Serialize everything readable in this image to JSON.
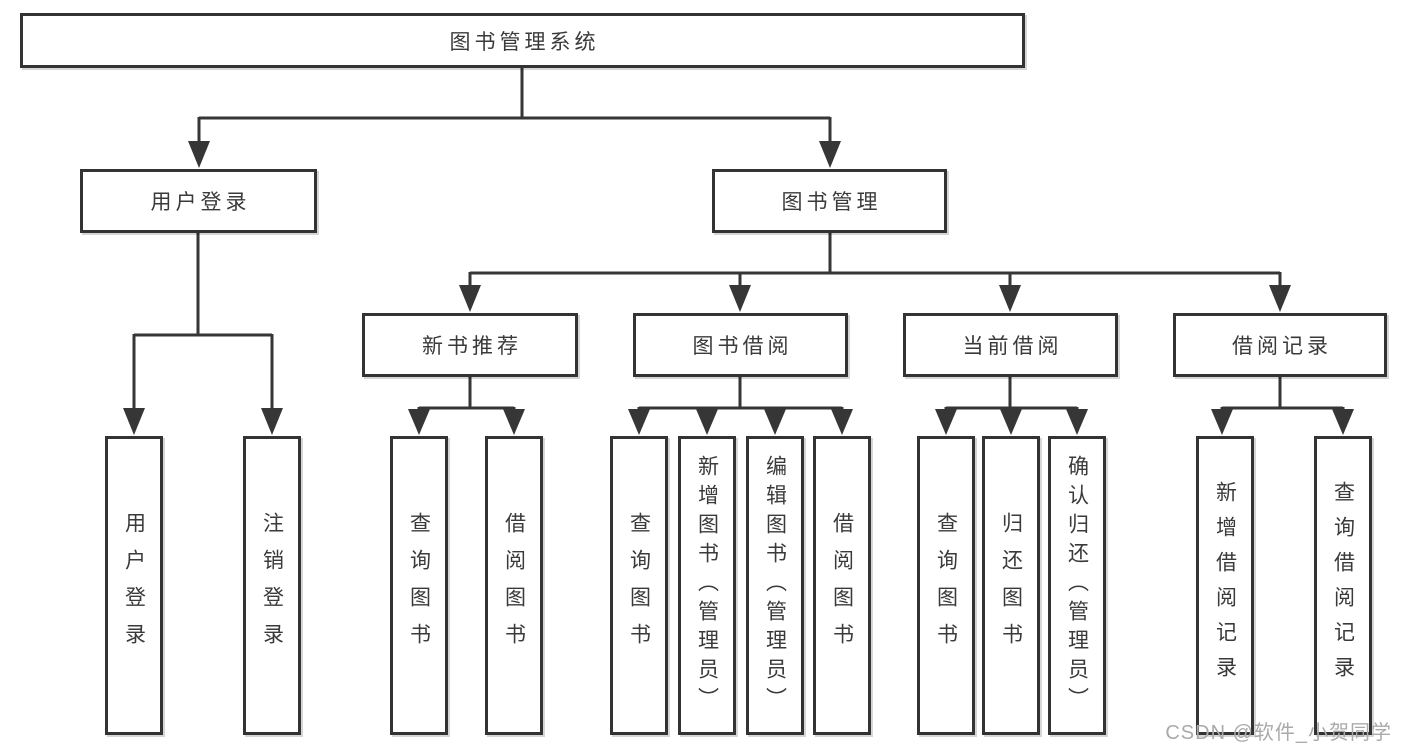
{
  "diagram": {
    "title": "图书管理系统",
    "branches": [
      {
        "label": "用户登录",
        "leaves": [
          "用户登录",
          "注销登录"
        ]
      },
      {
        "label": "图书管理",
        "groups": [
          {
            "label": "新书推荐",
            "leaves": [
              "查询图书",
              "借阅图书"
            ]
          },
          {
            "label": "图书借阅",
            "leaves": [
              "查询图书",
              "新增图书（管理员）",
              "编辑图书（管理员）",
              "借阅图书"
            ]
          },
          {
            "label": "当前借阅",
            "leaves": [
              "查询图书",
              "归还图书",
              "确认归还（管理员）"
            ]
          },
          {
            "label": "借阅记录",
            "leaves": [
              "新增借阅记录",
              "查询借阅记录"
            ]
          }
        ]
      }
    ]
  },
  "watermark": "CSDN @软件_小贺同学",
  "colors": {
    "line": "#363636",
    "border": "#333333",
    "text": "#3a3a3a",
    "watermark": "#aaaaaa",
    "background": "#ffffff"
  }
}
